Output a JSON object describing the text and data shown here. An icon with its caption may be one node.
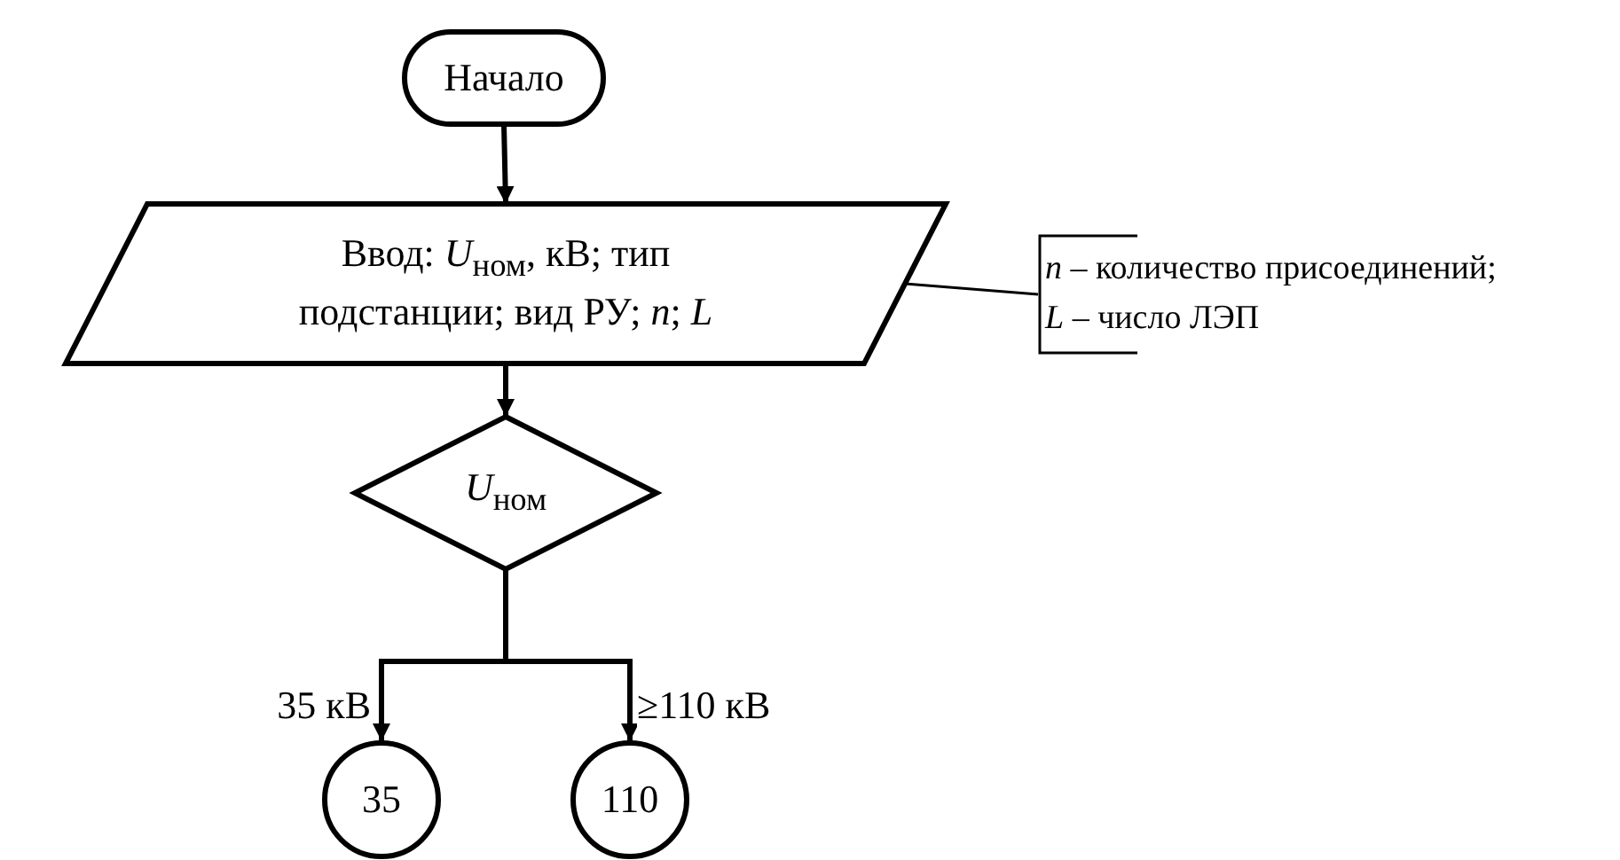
{
  "diagram": {
    "nodes": [
      {
        "text": [
          "Начало"
        ]
      },
      {
        "text": [
          "Ввод: *U*$_{ном}$, кВ; тип подстанции; вид РУ; *n*; *L*"
        ]
      },
      {
        "text": [
          "*n* – количество присоединений;",
          "*L* – число ЛЭП"
        ]
      },
      {
        "text": [
          "*U*$_{ном}$"
        ]
      },
      {
        "text": [
          "35"
        ]
      },
      {
        "text": [
          "110"
        ]
      }
    ],
    "edges": [
      {
        "from": 0,
        "to": 1,
        "arrow": "to"
      },
      {
        "from": 1,
        "to": 2,
        "arrow": "none"
      },
      {
        "from": 1,
        "to": 3,
        "arrow": "to"
      },
      {
        "from": 3,
        "to": 4,
        "label": "35 кВ",
        "arrow": "to"
      },
      {
        "from": 3,
        "to": 5,
        "label": "≥110 кВ",
        "arrow": "to"
      }
    ]
  }
}
